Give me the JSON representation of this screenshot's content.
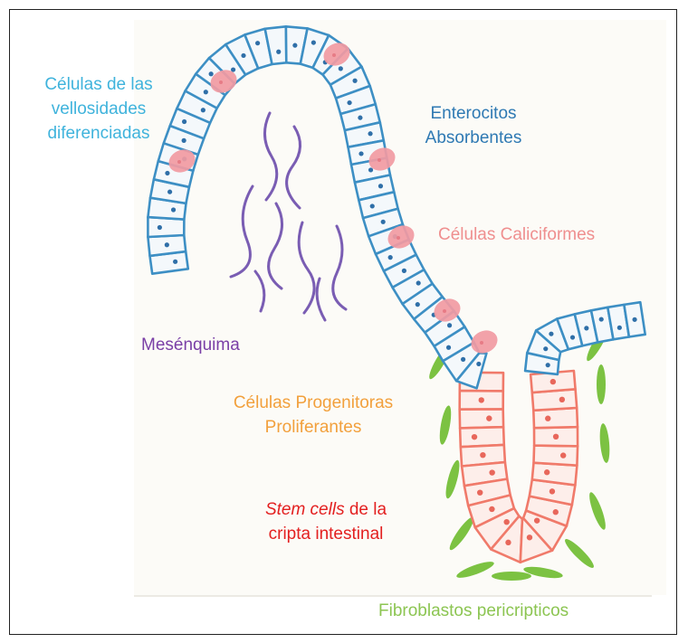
{
  "labels": {
    "villus_cells": [
      "Células de las",
      "vellosidades",
      "diferenciadas"
    ],
    "enterocytes": [
      "Enterocitos",
      "Absorbentes"
    ],
    "goblet_cells": "Células Caliciformes",
    "mesenchyme": "Mesénquima",
    "progenitors": [
      "Células Progenitoras",
      "Proliferantes"
    ],
    "stem_cells": {
      "italic": "Stem cells",
      "rest": " de la",
      "line2": "cripta intestinal"
    },
    "fibroblasts": "Fibroblastos pericripticos"
  },
  "colors": {
    "epithelium": "#3d8fc4",
    "nucleus": "#2f6fa8",
    "goblet": "#f19aa2",
    "crypt": "#f07a6a",
    "mesenchyme": "#7a5db3",
    "fibroblast": "#7cc242",
    "villus_label": "#3fb3dc",
    "enterocyte_label": "#2e79b3",
    "goblet_label": "#ef8f8f",
    "mesenchyme_label": "#7a3fa6",
    "progenitor_label": "#f2a03c",
    "stem_label": "#e32020",
    "fibroblast_label": "#8cc552"
  }
}
